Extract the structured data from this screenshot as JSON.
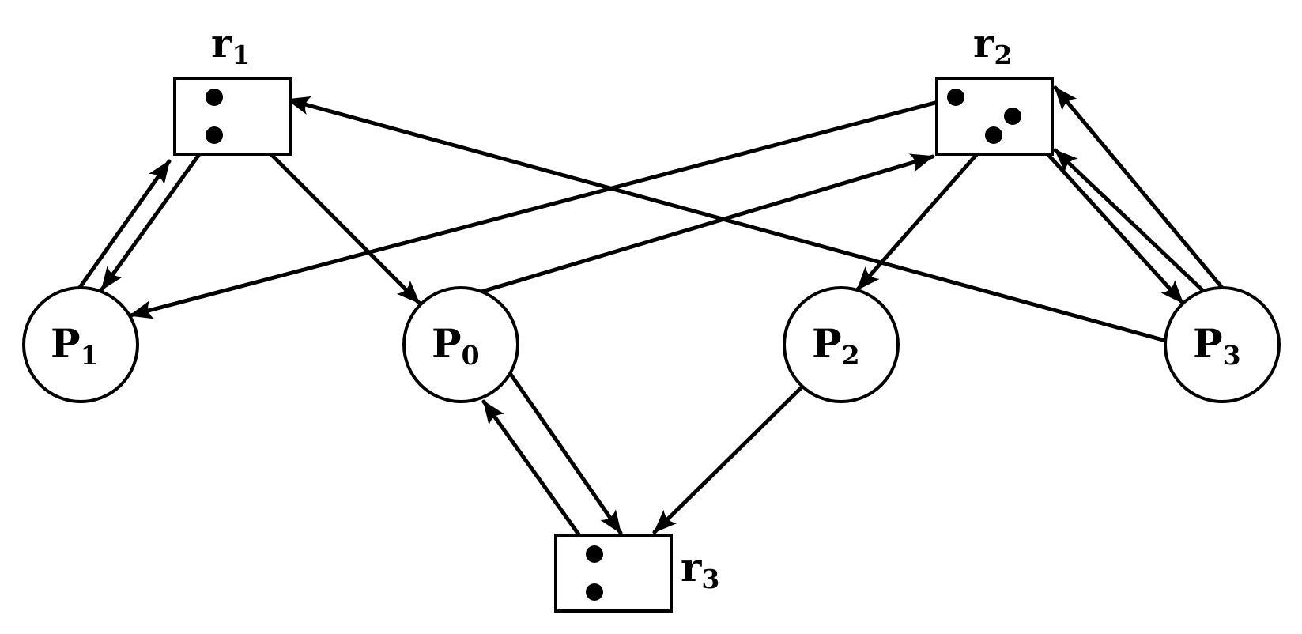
{
  "diagram": {
    "type": "resource-allocation-graph",
    "processes": [
      {
        "id": "P1",
        "letter": "P",
        "index": "1"
      },
      {
        "id": "P0",
        "letter": "P",
        "index": "0"
      },
      {
        "id": "P2",
        "letter": "P",
        "index": "2"
      },
      {
        "id": "P3",
        "letter": "P",
        "index": "3"
      }
    ],
    "resources": [
      {
        "id": "r1",
        "letter": "r",
        "index": "1",
        "instances": 2
      },
      {
        "id": "r2",
        "letter": "r",
        "index": "2",
        "instances": 3
      },
      {
        "id": "r3",
        "letter": "r",
        "index": "3",
        "instances": 2
      }
    ],
    "edges": [
      {
        "from": "P1",
        "to": "r1",
        "kind": "request"
      },
      {
        "from": "r1",
        "to": "P1",
        "kind": "assignment",
        "instance": 2
      },
      {
        "from": "r1",
        "to": "P0",
        "kind": "assignment",
        "instance": 1
      },
      {
        "from": "P3",
        "to": "r1",
        "kind": "request"
      },
      {
        "from": "r2",
        "to": "P1",
        "kind": "assignment",
        "instance": 1
      },
      {
        "from": "P0",
        "to": "r2",
        "kind": "request"
      },
      {
        "from": "r2",
        "to": "P2",
        "kind": "assignment",
        "instance": 3
      },
      {
        "from": "r2",
        "to": "P3",
        "kind": "assignment",
        "instance": 2
      },
      {
        "from": "P3",
        "to": "r2",
        "kind": "request"
      },
      {
        "from": "P3",
        "to": "r2",
        "kind": "request"
      },
      {
        "from": "P0",
        "to": "r3",
        "kind": "request"
      },
      {
        "from": "r3",
        "to": "P0",
        "kind": "assignment",
        "instance": 1
      },
      {
        "from": "P2",
        "to": "r3",
        "kind": "request"
      }
    ]
  }
}
